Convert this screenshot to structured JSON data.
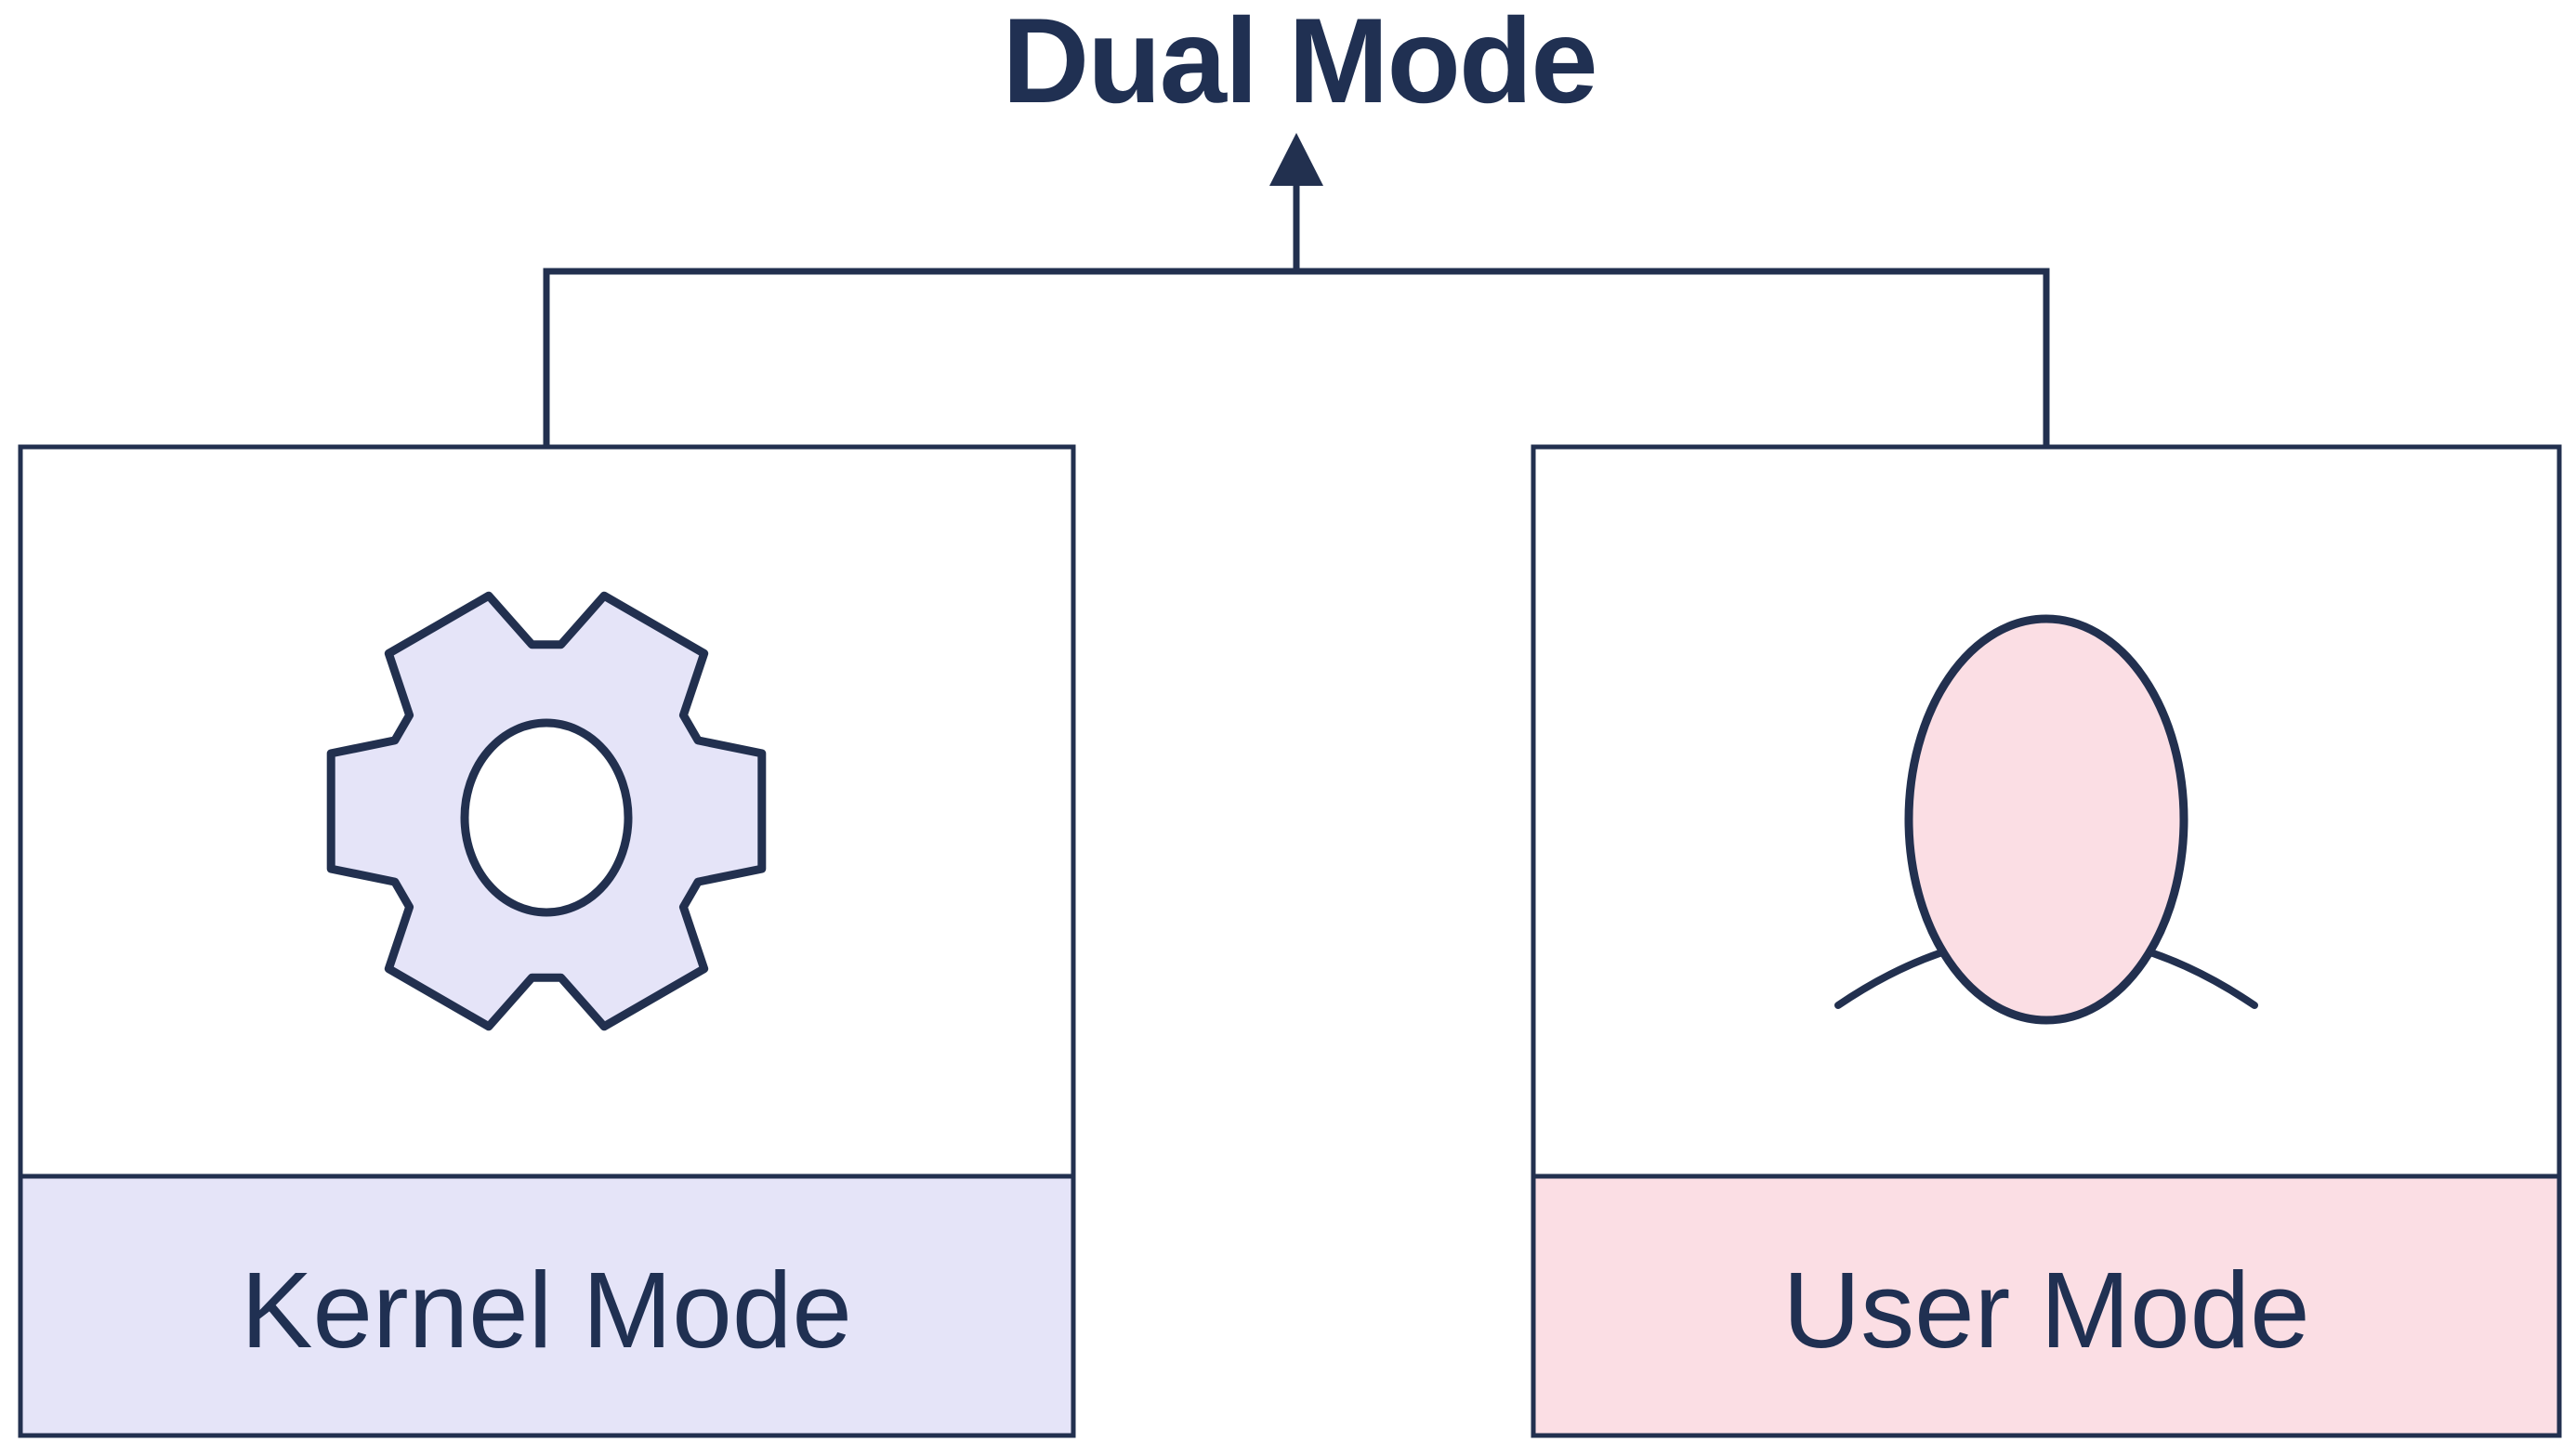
{
  "diagram": {
    "title": "Dual Mode",
    "nodes": [
      {
        "id": "kernel",
        "label": "Kernel Mode",
        "icon": "gear-icon",
        "fill_color": "#e5e4f8"
      },
      {
        "id": "user",
        "label": "User Mode",
        "icon": "person-icon",
        "fill_color": "#fbdee4"
      }
    ],
    "connector": "bracket-with-up-arrow"
  },
  "colors": {
    "ink": "#22304f",
    "text": "#203052",
    "lavender": "#e5e4f8",
    "pink": "#fbdee4",
    "background": "#ffffff"
  }
}
